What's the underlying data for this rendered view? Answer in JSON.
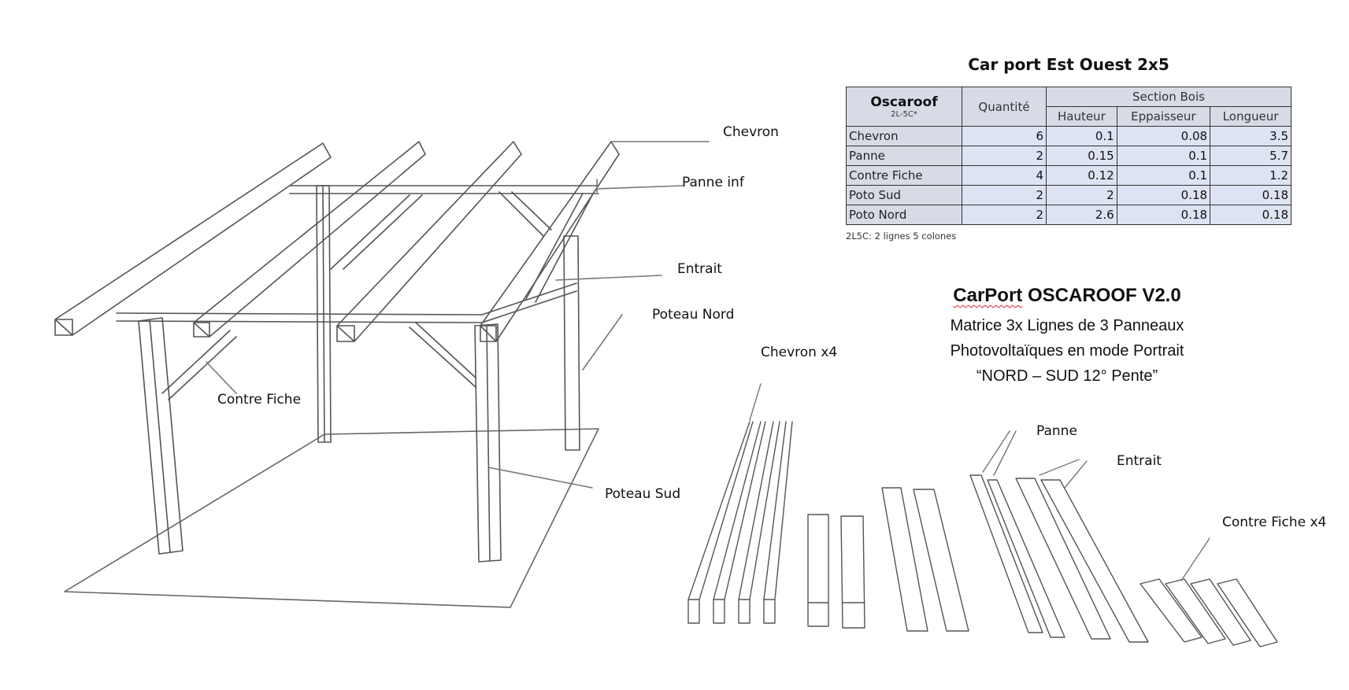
{
  "table": {
    "title": "Car port Est Ouest 2x5",
    "brand": "Oscaroof",
    "brand_code": "2L-5C*",
    "col_quantity": "Quantité",
    "col_section": "Section Bois",
    "col_hauteur": "Hauteur",
    "col_epaisseur": "Eppaisseur",
    "col_longueur": "Longueur",
    "rows": [
      {
        "name": "Chevron",
        "quantite": "6",
        "hauteur": "0.1",
        "epaisseur": "0.08",
        "longueur": "3.5"
      },
      {
        "name": "Panne",
        "quantite": "2",
        "hauteur": "0.15",
        "epaisseur": "0.1",
        "longueur": "5.7"
      },
      {
        "name": "Contre Fiche",
        "quantite": "4",
        "hauteur": "0.12",
        "epaisseur": "0.1",
        "longueur": "1.2"
      },
      {
        "name": "Poto Sud",
        "quantite": "2",
        "hauteur": "2",
        "epaisseur": "0.18",
        "longueur": "0.18"
      },
      {
        "name": "Poto Nord",
        "quantite": "2",
        "hauteur": "2.6",
        "epaisseur": "0.18",
        "longueur": "0.18"
      }
    ],
    "note": "2L5C: 2 lignes 5 colones"
  },
  "product": {
    "title_part1": "CarPort",
    "title_part2": "OSCAROOF V2.0",
    "line1": "Matrice 3x Lignes de 3 Panneaux",
    "line2": "Photovoltaïques en mode Portrait",
    "line3": "“NORD – SUD 12° Pente”"
  },
  "assembly_labels": {
    "chevron": "Chevron",
    "panne_inf": "Panne inf",
    "entrait": "Entrait",
    "poteau_nord": "Poteau Nord",
    "contre_fiche": "Contre Fiche",
    "poteau_sud": "Poteau Sud"
  },
  "parts_labels": {
    "chevron": "Chevron x4",
    "panne": "Panne",
    "entrait": "Entrait",
    "contre_fiche": "Contre Fiche x4"
  }
}
